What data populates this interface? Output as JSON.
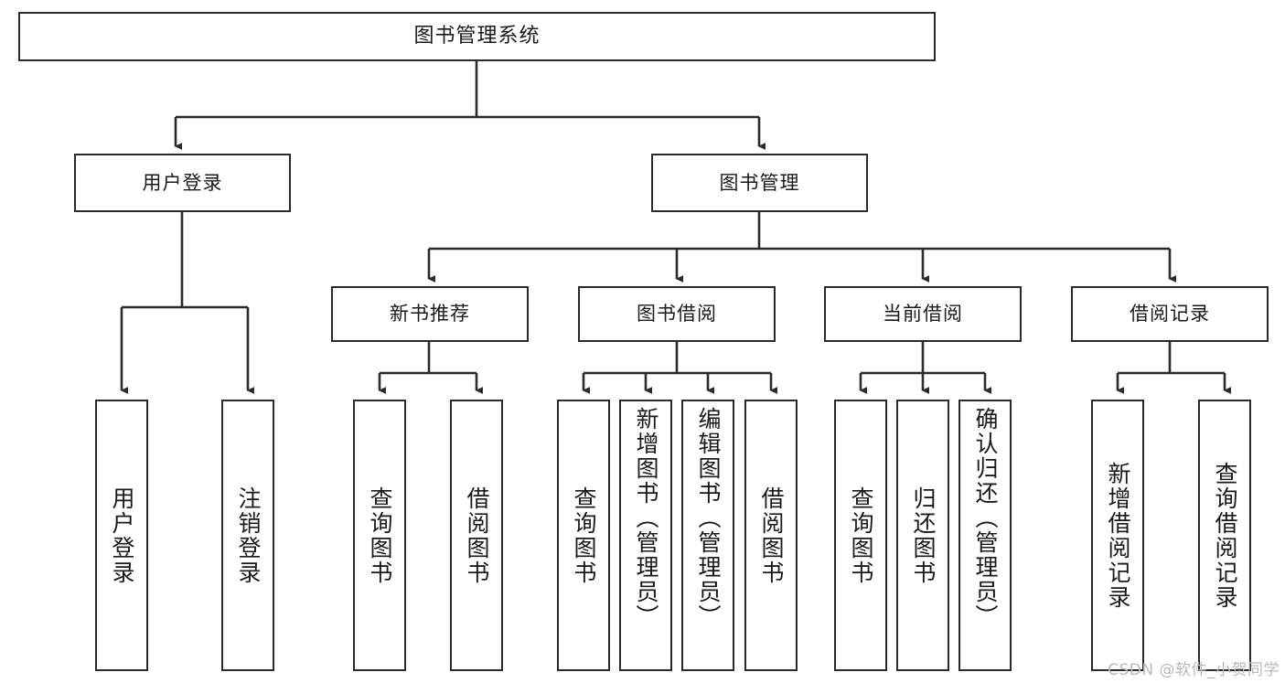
{
  "diagram": {
    "title": "图书管理系统",
    "type": "功能结构图",
    "watermark": "CSDN @软件_小贺同学",
    "line_color": "#2b2b2b",
    "box_fill": "#ffffff",
    "text_color": "#1a1a1a",
    "watermark_color": "#b9b9b9"
  },
  "nodes": {
    "root": {
      "label": "图书管理系统",
      "level": 1,
      "orientation": "horizontal"
    },
    "user_login": {
      "label": "用户登录",
      "level": 2,
      "orientation": "horizontal"
    },
    "book_manage": {
      "label": "图书管理",
      "level": 2,
      "orientation": "horizontal"
    },
    "new_book_rec": {
      "label": "新书推荐",
      "level": 3,
      "orientation": "horizontal"
    },
    "book_borrow": {
      "label": "图书借阅",
      "level": 3,
      "orientation": "horizontal"
    },
    "current_borrow": {
      "label": "当前借阅",
      "level": 3,
      "orientation": "horizontal"
    },
    "borrow_record": {
      "label": "借阅记录",
      "level": 3,
      "orientation": "horizontal"
    },
    "leaf_user_login": {
      "label": "用户登录",
      "level": 4,
      "orientation": "vertical"
    },
    "leaf_logout": {
      "label": "注销登录",
      "level": 4,
      "orientation": "vertical"
    },
    "leaf_query_book_1": {
      "label": "查询图书",
      "level": 4,
      "orientation": "vertical"
    },
    "leaf_borrow_book_1": {
      "label": "借阅图书",
      "level": 4,
      "orientation": "vertical"
    },
    "leaf_query_book_2": {
      "label": "查询图书",
      "level": 4,
      "orientation": "vertical"
    },
    "leaf_add_book": {
      "label": "新增图书（管理员）",
      "level": 4,
      "orientation": "vertical"
    },
    "leaf_edit_book": {
      "label": "编辑图书（管理员）",
      "level": 4,
      "orientation": "vertical"
    },
    "leaf_borrow_book_2": {
      "label": "借阅图书",
      "level": 4,
      "orientation": "vertical"
    },
    "leaf_query_book_3": {
      "label": "查询图书",
      "level": 4,
      "orientation": "vertical"
    },
    "leaf_return_book": {
      "label": "归还图书",
      "level": 4,
      "orientation": "vertical"
    },
    "leaf_confirm_return": {
      "label": "确认归还（管理员）",
      "level": 4,
      "orientation": "vertical"
    },
    "leaf_add_record": {
      "label": "新增借阅记录",
      "level": 4,
      "orientation": "vertical"
    },
    "leaf_query_record": {
      "label": "查询借阅记录",
      "level": 4,
      "orientation": "vertical"
    }
  },
  "edges": [
    {
      "from": "root",
      "to": "user_login"
    },
    {
      "from": "root",
      "to": "book_manage"
    },
    {
      "from": "user_login",
      "to": "leaf_user_login"
    },
    {
      "from": "user_login",
      "to": "leaf_logout"
    },
    {
      "from": "book_manage",
      "to": "new_book_rec"
    },
    {
      "from": "book_manage",
      "to": "book_borrow"
    },
    {
      "from": "book_manage",
      "to": "current_borrow"
    },
    {
      "from": "book_manage",
      "to": "borrow_record"
    },
    {
      "from": "new_book_rec",
      "to": "leaf_query_book_1"
    },
    {
      "from": "new_book_rec",
      "to": "leaf_borrow_book_1"
    },
    {
      "from": "book_borrow",
      "to": "leaf_query_book_2"
    },
    {
      "from": "book_borrow",
      "to": "leaf_add_book"
    },
    {
      "from": "book_borrow",
      "to": "leaf_edit_book"
    },
    {
      "from": "book_borrow",
      "to": "leaf_borrow_book_2"
    },
    {
      "from": "current_borrow",
      "to": "leaf_query_book_3"
    },
    {
      "from": "current_borrow",
      "to": "leaf_return_book"
    },
    {
      "from": "current_borrow",
      "to": "leaf_confirm_return"
    },
    {
      "from": "borrow_record",
      "to": "leaf_add_record"
    },
    {
      "from": "borrow_record",
      "to": "leaf_query_record"
    }
  ]
}
